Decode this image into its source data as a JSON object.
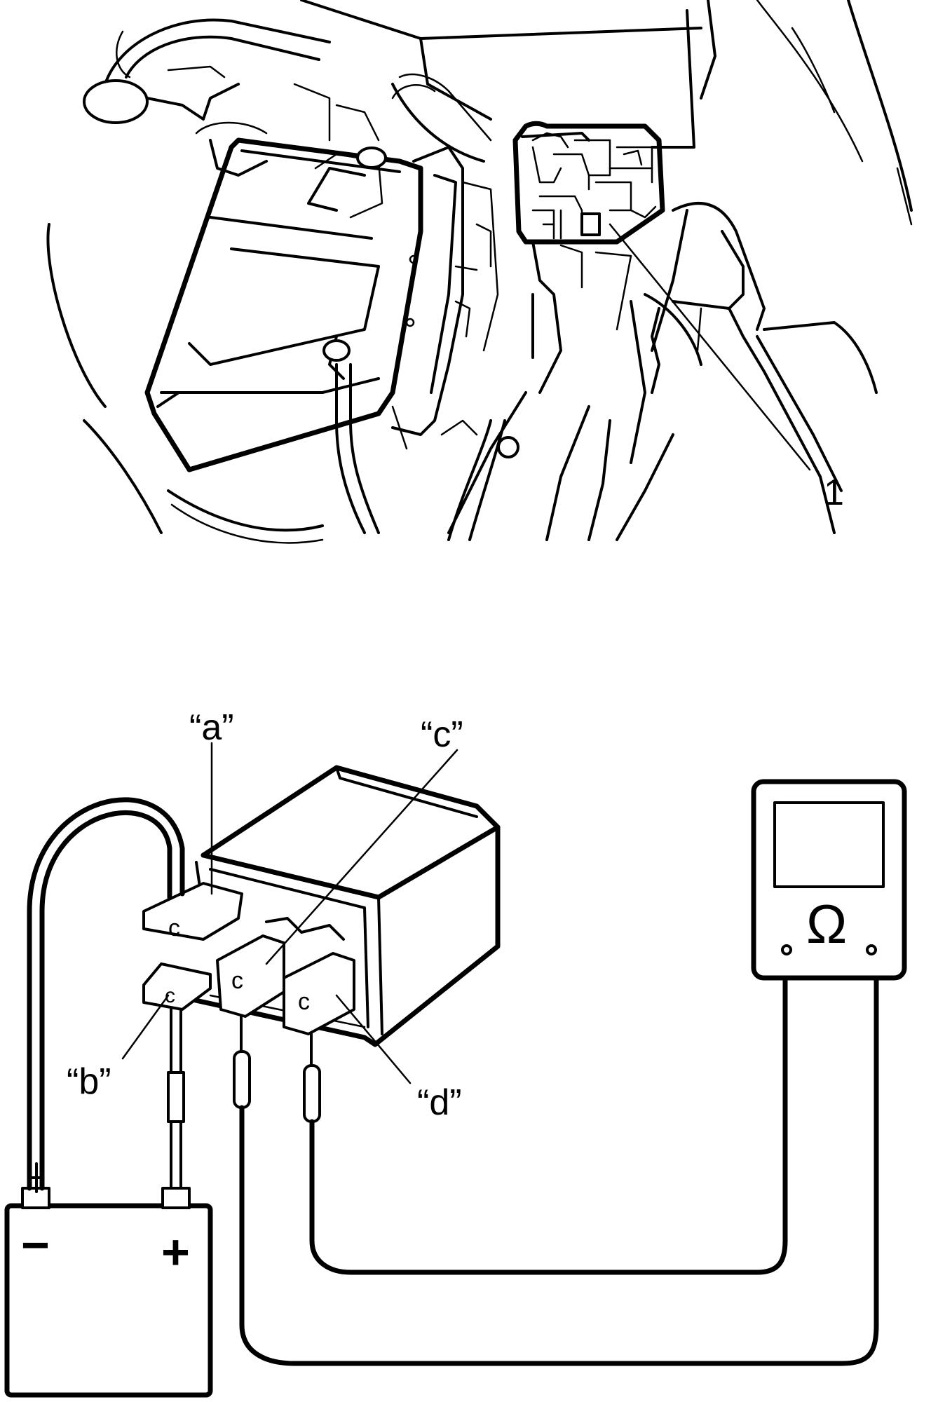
{
  "callouts": {
    "part_1": "1",
    "a": "“a”",
    "b": "“b”",
    "c": "“c”",
    "d": "“d”"
  },
  "battery": {
    "negative_symbol": "−",
    "positive_symbol": "+"
  },
  "ohmmeter": {
    "symbol": "Ω"
  },
  "relay": {
    "terminal_marks": [
      "c",
      "c",
      "c",
      "c"
    ]
  }
}
